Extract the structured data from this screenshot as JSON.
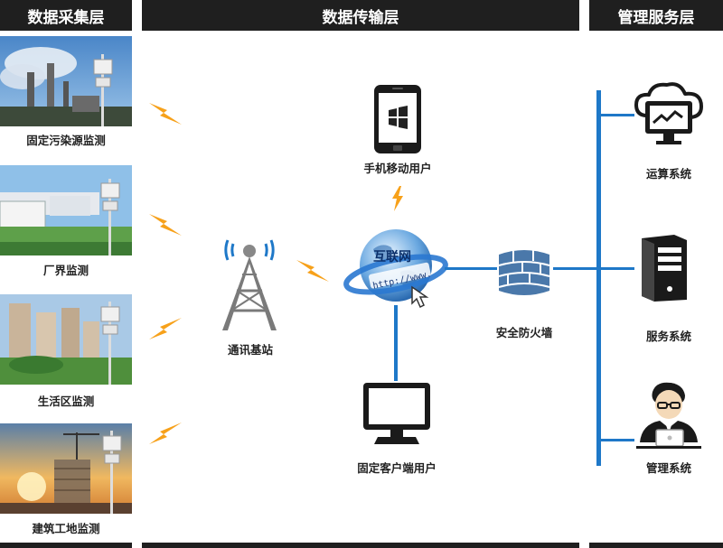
{
  "headers": {
    "collection": "数据采集层",
    "transmission": "数据传输层",
    "management": "管理服务层"
  },
  "collection_items": [
    {
      "label": "固定污染源监测",
      "icon": "factory-photo-icon"
    },
    {
      "label": "厂界监测",
      "icon": "plant-boundary-photo-icon"
    },
    {
      "label": "生活区监测",
      "icon": "residential-photo-icon"
    },
    {
      "label": "建筑工地监测",
      "icon": "construction-photo-icon"
    }
  ],
  "transmission": {
    "base_station": "通讯基站",
    "mobile_user": "手机移动用户",
    "internet": "互联网",
    "url_text": "http://www.",
    "firewall": "安全防火墙",
    "desktop_user": "固定客户端用户"
  },
  "management": {
    "compute": "运算系统",
    "service": "服务系统",
    "admin": "管理系统"
  },
  "colors": {
    "header_bg": "#1f1f1f",
    "bus_blue": "#1e78c8",
    "bolt_orange": "#f7a11a"
  }
}
